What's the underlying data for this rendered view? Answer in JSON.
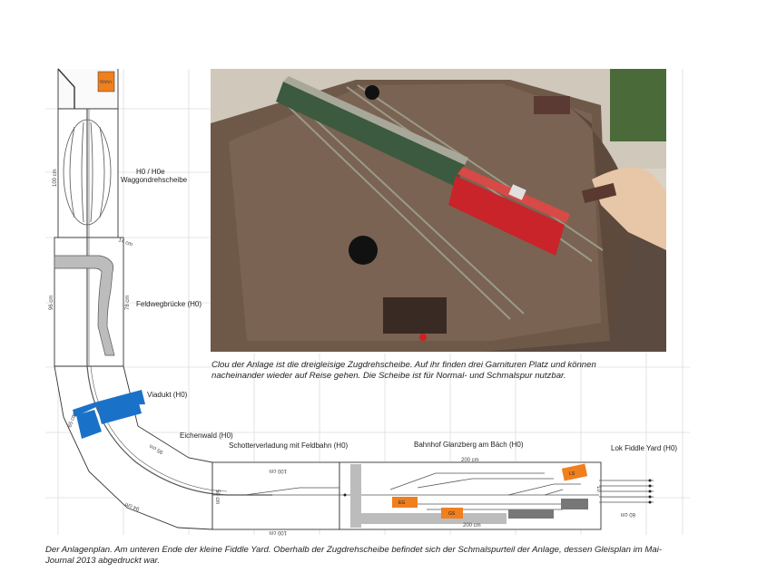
{
  "plan": {
    "labels": {
      "wohn": "Wohn",
      "drehscheibe": "H0 / H0e\nWaggondrehscheibe",
      "feldweg": "Feldwegbrücke (H0)",
      "viadukt": "Viadukt (H0)",
      "eichenwald": "Eichenwald (H0)",
      "schotter": "Schotterverladung mit Feldbahn (H0)",
      "bahnhof": "Bahnhof Glanzberg am Bäch (H0)",
      "lokyard": "Lok Fiddle Yard (H0)",
      "ls": "LS",
      "eg": "EG",
      "gs": "GS"
    },
    "dimensions": {
      "d100": "100 cm",
      "d96": "96 cm",
      "d78": "78 cm",
      "d14": "14 cm",
      "d200a": "200 cm",
      "d200b": "200 cm",
      "d100b": "100 cm",
      "d100c": "100 cm",
      "d65a": "65 cm",
      "d65b": "65 cm",
      "d95": "95 cm",
      "d60": "60 cm",
      "d94": "94 cm",
      "d50": "50 cm",
      "d10": "10"
    }
  },
  "captions": {
    "photo": "Clou der Anlage ist die dreigleisige Zugdrehscheibe. Auf ihr finden drei Garnituren Platz und können nacheinander wieder auf Reise gehen. Die Scheibe ist für Normal- und Schmalspur nutzbar.",
    "page": "Der Anlagenplan. Am unteren Ende der kleine Fiddle Yard. Oberhalb der Zugdrehscheibe befindet sich der Schmalspurteil der Anlage, dessen Gleisplan im Mai-Journal 2013 abgedruckt war."
  },
  "colors": {
    "orange": "#f07f1e",
    "blue": "#1a72c8",
    "concrete": "#bcbcbc",
    "track": "#555555"
  }
}
